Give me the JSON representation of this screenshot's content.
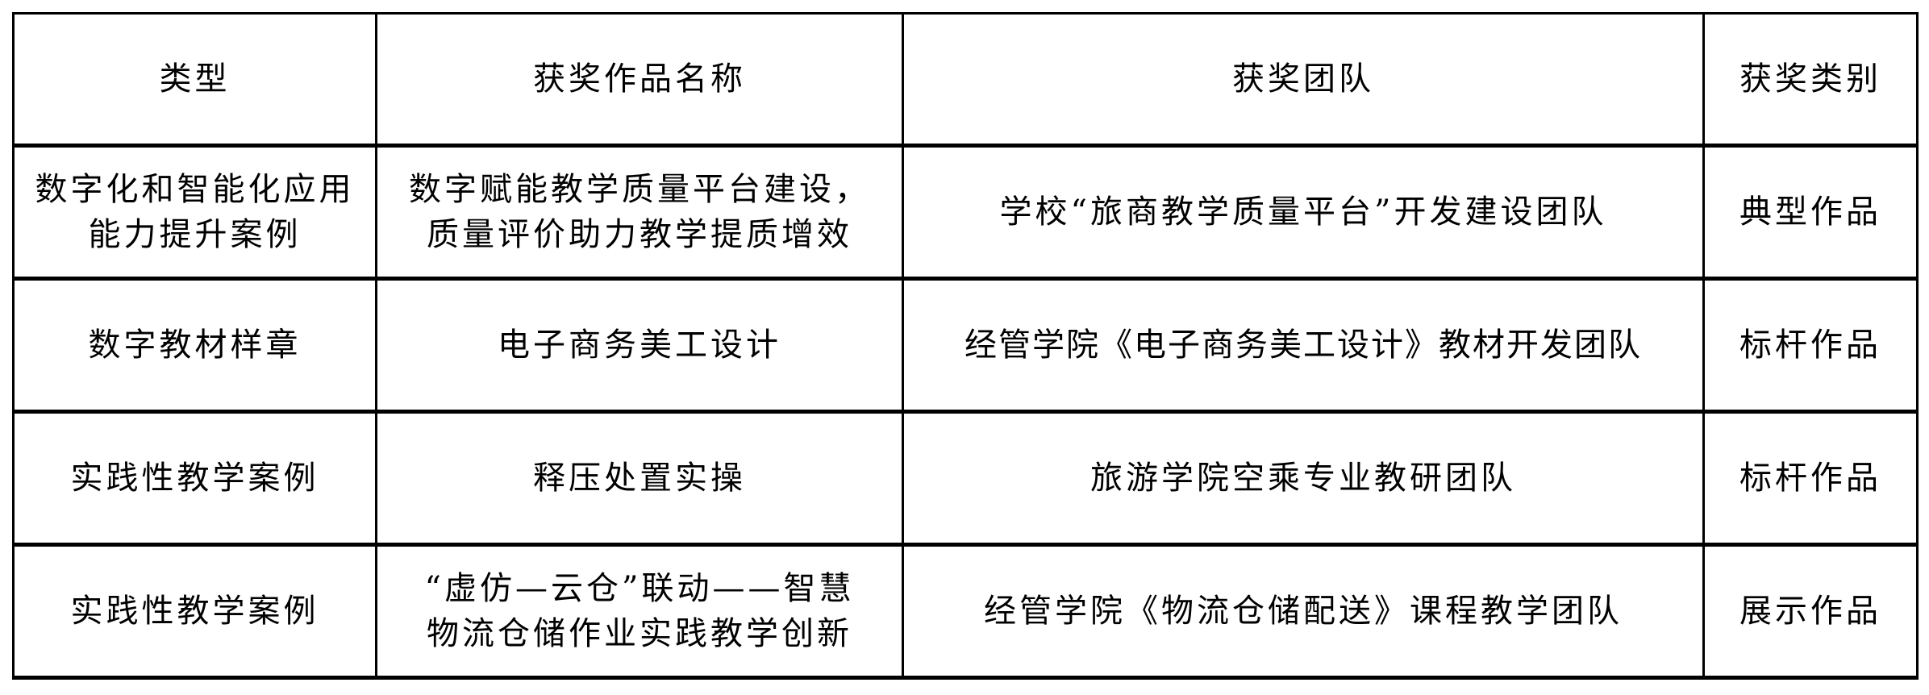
{
  "table": {
    "headers": [
      "类型",
      "获奖作品名称",
      "获奖团队",
      "获奖类别"
    ],
    "rows": [
      {
        "type": [
          "数字化和智能化应用",
          "能力提升案例"
        ],
        "work": [
          "数字赋能教学质量平台建设，",
          "质量评价助力教学提质增效"
        ],
        "team": "学校“旅商教学质量平台”开发建设团队",
        "category": "典型作品"
      },
      {
        "type": [
          "数字教材样章"
        ],
        "work": [
          "电子商务美工设计"
        ],
        "team": "经管学院《电子商务美工设计》教材开发团队",
        "category": "标杆作品"
      },
      {
        "type": [
          "实践性教学案例"
        ],
        "work": [
          "释压处置实操"
        ],
        "team": "旅游学院空乘专业教研团队",
        "category": "标杆作品"
      },
      {
        "type": [
          "实践性教学案例"
        ],
        "work": [
          "“虚仿—云仓”联动——智慧",
          "物流仓储作业实践教学创新"
        ],
        "team": "经管学院《物流仓储配送》课程教学团队",
        "category": "展示作品"
      }
    ]
  }
}
